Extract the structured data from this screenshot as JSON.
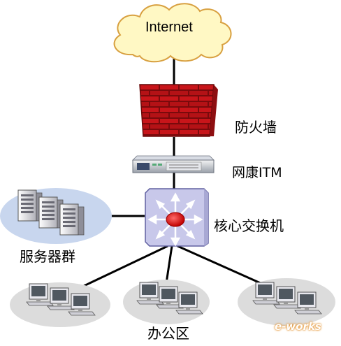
{
  "labels": {
    "internet": "Internet",
    "firewall": "防火墙",
    "itm": "网康ITM",
    "core_switch": "核心交换机",
    "server_cluster": "服务器群",
    "office": "办公区"
  },
  "watermark": "e-works",
  "icons": {
    "internet": "cloud-icon",
    "firewall": "brick-wall-icon",
    "itm": "rack-appliance-icon",
    "core_switch": "switch-icon",
    "servers": "server-tower-icon",
    "office": "desktop-computer-icon"
  },
  "colors": {
    "cloud_fill": "#fff8c4",
    "cloud_stroke": "#d8a040",
    "brick": "#c8151a",
    "mortar": "#7a0a0c",
    "switch_fill": "#c8c8ea",
    "switch_core": "#e02020",
    "ellipse_fill": "#c8d6ee",
    "ellipse_office": "#dcdcdc",
    "link": "#000000",
    "watermark": "#e08a20"
  }
}
